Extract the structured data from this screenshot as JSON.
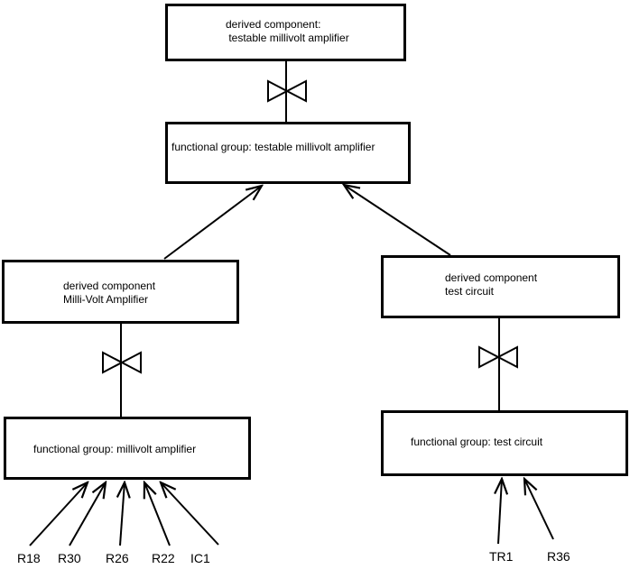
{
  "diagram": {
    "colors": {
      "background": "#ffffff",
      "ink": "#000000"
    },
    "nodes": [
      {
        "id": "derived-testable-millivolt-amplifier",
        "label": "derived component:\n testable millivolt amplifier"
      },
      {
        "id": "functional-group-testable-millivolt-amplifier",
        "label": "functional group: testable millivolt amplifier"
      },
      {
        "id": "derived-milli-volt-amplifier",
        "label": "derived component\nMilli-Volt Amplifier"
      },
      {
        "id": "derived-test-circuit",
        "label": "derived component\ntest circuit"
      },
      {
        "id": "functional-group-millivolt-amplifier",
        "label": "functional group: millivolt amplifier"
      },
      {
        "id": "functional-group-test-circuit",
        "label": "functional group: test circuit"
      }
    ],
    "component_labels": [
      "R18",
      "R30",
      "R26",
      "R22",
      "IC1",
      "TR1",
      "R36"
    ],
    "icons": {
      "bowtie": "bowtie-connector",
      "arrowhead": "open-arrowhead"
    }
  }
}
